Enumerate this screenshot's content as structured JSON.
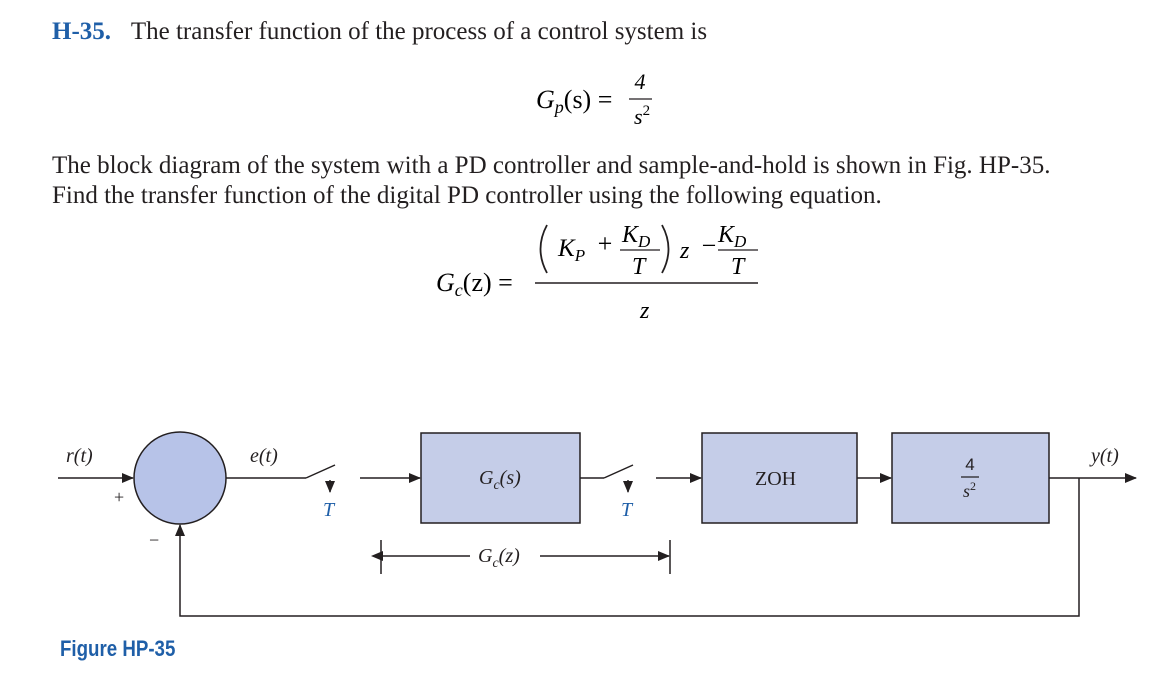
{
  "problem": {
    "label": "H-35.",
    "intro": "The transfer function of the process of a control system is",
    "para1": "The block diagram of the system with a PD controller and sample-and-hold is shown in Fig. HP-35.",
    "para2": "Find the transfer function of the digital PD controller using the following equation."
  },
  "equation1": {
    "lhs": "G",
    "lhs_sub": "p",
    "lhs_arg": "(s) =",
    "numerator": "4",
    "denominator": "s",
    "denominator_exp": "2"
  },
  "equation2": {
    "lhs": "G",
    "lhs_sub": "c",
    "lhs_arg": "(z) =",
    "kp": "K",
    "kp_sub": "P",
    "plus": "+",
    "kd": "K",
    "kd_sub": "D",
    "t": "T",
    "z": "z",
    "minus": "−",
    "kd2": "K",
    "kd2_sub": "D",
    "t2": "T",
    "denominator": "z"
  },
  "diagram": {
    "input_label": "r(t)",
    "plus_sign": "+",
    "minus_sign": "−",
    "error_label": "e(t)",
    "sampler1_label": "T",
    "block_gc_label": "G",
    "block_gc_sub": "c",
    "block_gc_arg": "(s)",
    "sampler2_label": "T",
    "block_zoh_label": "ZOH",
    "block_plant_num": "4",
    "block_plant_den": "s",
    "block_plant_exp": "2",
    "output_label": "y(t)",
    "span_label": "G",
    "span_sub": "c",
    "span_arg": "(z)",
    "colors": {
      "block_fill": "#c5cde8",
      "summer_fill": "#b7c3e8",
      "sampler_label": "#1f5fa8"
    }
  },
  "figure": {
    "caption": "Figure HP-35"
  }
}
